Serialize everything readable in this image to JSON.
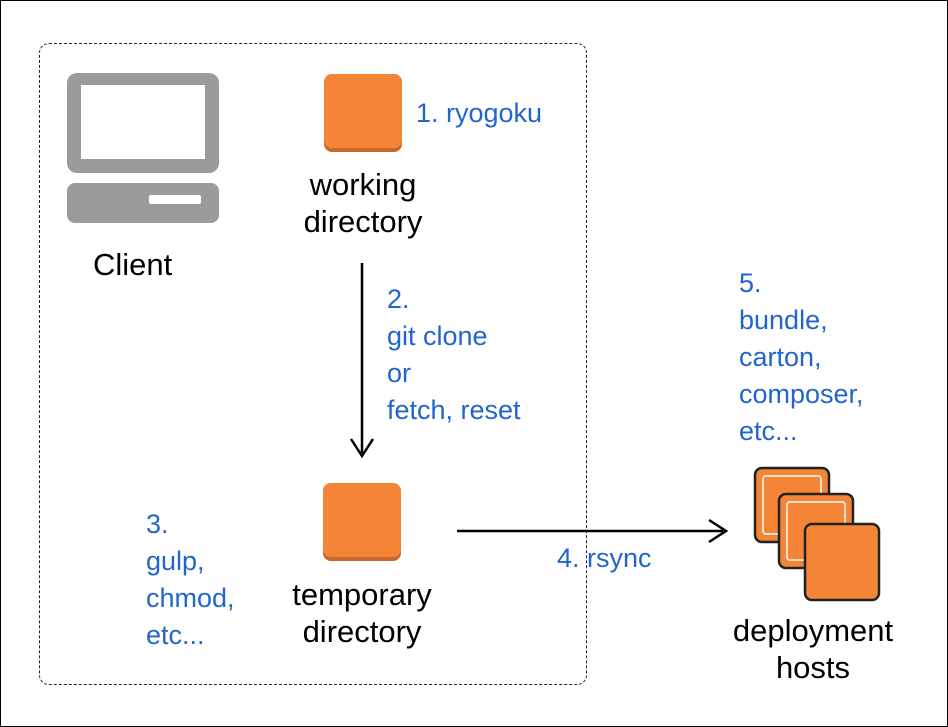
{
  "colors": {
    "accent": "#F58536",
    "accent_edge": "#C9682A",
    "step_text": "#2266CC",
    "client_icon": "#9B9B9B"
  },
  "icons": {
    "client": "desktop-computer-icon",
    "working_directory": "orange-square-icon",
    "temporary_directory": "orange-square-icon",
    "deployment_hosts": "stacked-servers-icon"
  },
  "labels": {
    "client": "Client",
    "working_directory": [
      "working",
      "directory"
    ],
    "temporary_directory": [
      "temporary",
      "directory"
    ],
    "deployment_hosts": [
      "deployment",
      "hosts"
    ]
  },
  "steps": {
    "step1": [
      "1. ryogoku"
    ],
    "step2": [
      "2.",
      "git clone",
      "or",
      "fetch, reset"
    ],
    "step3": [
      "3.",
      "gulp,",
      "chmod,",
      "etc..."
    ],
    "step4": [
      "4. rsync"
    ],
    "step5": [
      "5.",
      "bundle,",
      "carton,",
      "composer,",
      "etc..."
    ]
  }
}
